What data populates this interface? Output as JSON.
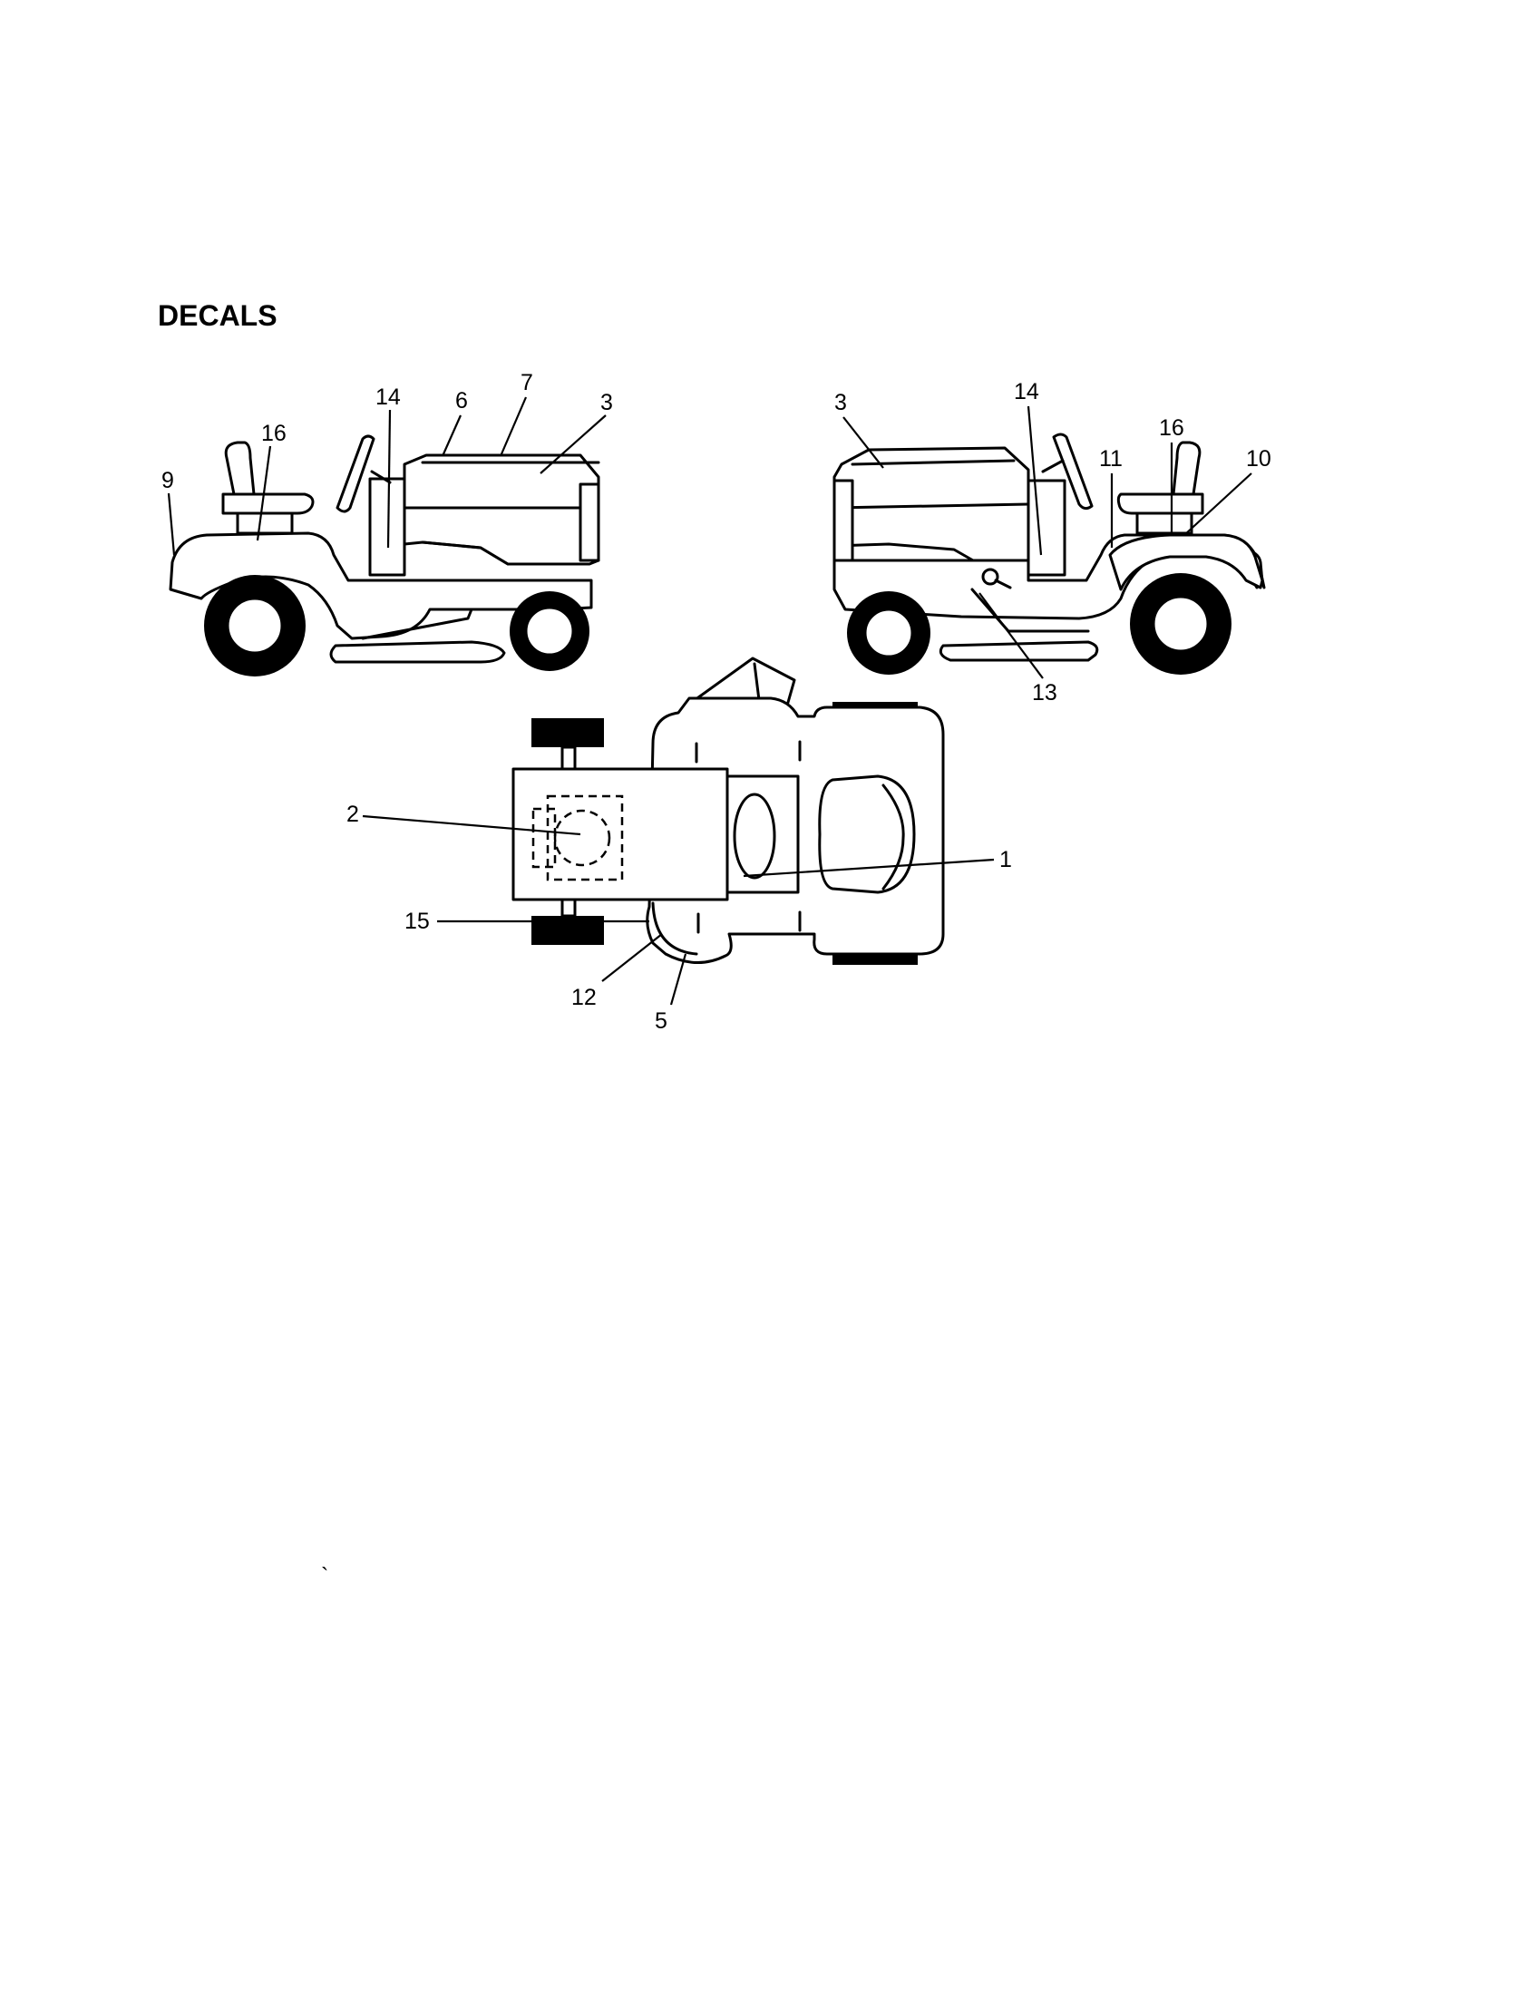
{
  "page": {
    "title": "DECALS"
  },
  "diagram": {
    "left_view": {
      "labels": [
        "14",
        "6",
        "7",
        "3",
        "16",
        "9"
      ]
    },
    "right_view": {
      "labels": [
        "3",
        "14",
        "11",
        "16",
        "10",
        "13"
      ]
    },
    "top_view": {
      "labels": [
        "2",
        "1",
        "15",
        "12",
        "5"
      ]
    }
  },
  "stray_mark": "`"
}
